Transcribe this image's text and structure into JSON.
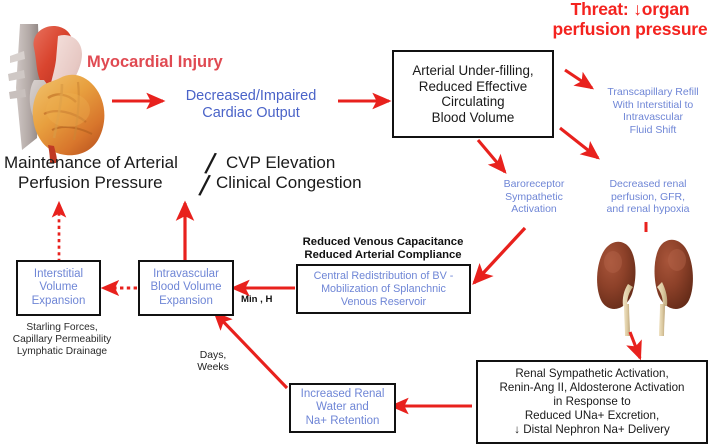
{
  "diagram": {
    "title_threat": "Threat: ↓organ perfusion pressure",
    "labels": {
      "myocardial_injury": "Myocardial Injury",
      "decreased_cardiac_output_l1": "Decreased/Impaired",
      "decreased_cardiac_output_l2": "Cardiac Output",
      "maintenance_l1": "Maintenance of Arterial",
      "maintenance_l2": "Perfusion Pressure",
      "cvp_l1": "CVP Elevation",
      "cvp_l2": "Clinical Congestion",
      "slash": "/",
      "min_h": "Min , H",
      "days_weeks_l1": "Days,",
      "days_weeks_l2": "Weeks",
      "reduced_capacitance_l1": "Reduced Venous Capacitance",
      "reduced_capacitance_l2": "Reduced Arterial Compliance",
      "starling_l1": "Starling Forces,",
      "starling_l2": "Capillary Permeability",
      "starling_l3": "Lymphatic Drainage"
    },
    "boxes": {
      "arterial_underfilling": {
        "lines": [
          "Arterial Under-filling,",
          "Reduced Effective",
          "Circulating",
          "Blood Volume"
        ]
      },
      "central_redistribution": {
        "lines": [
          "Central Redistribution of BV -",
          "Mobilization of Splanchnic",
          "Venous Reservoir"
        ]
      },
      "intravascular_expansion": {
        "lines": [
          "Intravascular",
          "Blood Volume",
          "Expansion"
        ]
      },
      "interstitial_expansion": {
        "lines": [
          "Interstitial",
          "Volume",
          "Expansion"
        ]
      },
      "increased_renal_water": {
        "lines": [
          "Increased Renal",
          "Water and",
          "Na+ Retention"
        ]
      },
      "renal_sympathetic": {
        "lines": [
          "Renal Sympathetic Activation,",
          "Renin-Ang II, Aldosterone Activation",
          "in Response to",
          "Reduced UNa+ Excretion,",
          "↓ Distal Nephron Na+ Delivery"
        ]
      }
    },
    "annotations": {
      "transcapillary": {
        "lines": [
          "Transcapillary  Refill",
          "With Interstitial  to",
          "Intravascular",
          "Fluid Shift"
        ]
      },
      "baroreceptor": {
        "lines": [
          "Baroreceptor",
          "Sympathetic",
          "Activation"
        ]
      },
      "decreased_renal": {
        "lines": [
          "Decreased renal",
          "perfusion, GFR,",
          "and renal hypoxia"
        ]
      }
    },
    "images": {
      "heart": "heart-illustration",
      "kidneys": "kidneys-illustration"
    },
    "colors": {
      "threat_red": "#f4231f",
      "arrow_red": "#e8211d",
      "blue_text": "#4a63c8",
      "blue_light": "#6f86d6",
      "crimson": "#e04a52",
      "box_border": "#111111"
    }
  }
}
